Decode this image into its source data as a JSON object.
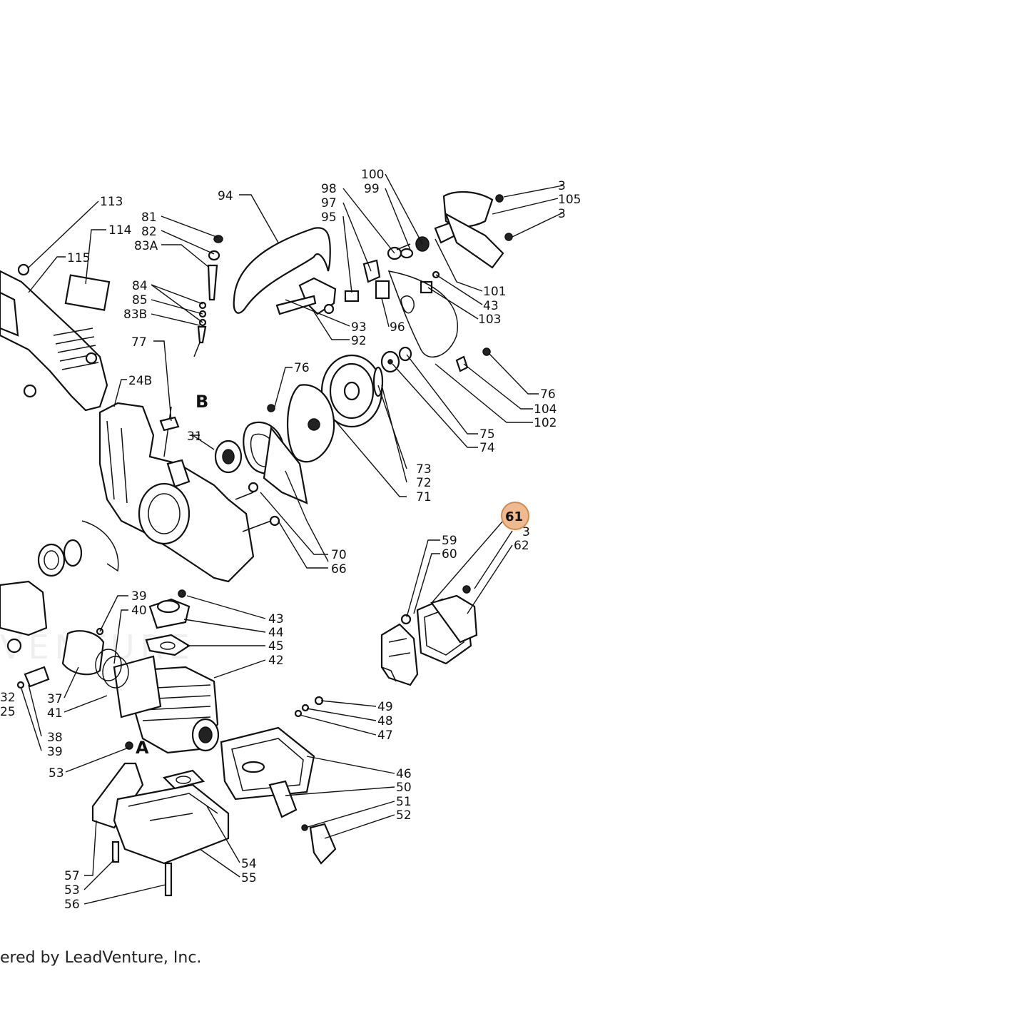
{
  "labels": [
    {
      "id": "100",
      "text": "100"
    },
    {
      "id": "99",
      "text": "99"
    },
    {
      "id": "98",
      "text": "98"
    },
    {
      "id": "97",
      "text": "97"
    },
    {
      "id": "95",
      "text": "95"
    },
    {
      "id": "94",
      "text": "94"
    },
    {
      "id": "3a",
      "text": "3"
    },
    {
      "id": "105",
      "text": "105"
    },
    {
      "id": "3b",
      "text": "3"
    },
    {
      "id": "113",
      "text": "113"
    },
    {
      "id": "114",
      "text": "114"
    },
    {
      "id": "115",
      "text": "115"
    },
    {
      "id": "81",
      "text": "81"
    },
    {
      "id": "82",
      "text": "82"
    },
    {
      "id": "83A",
      "text": "83A"
    },
    {
      "id": "84",
      "text": "84"
    },
    {
      "id": "85",
      "text": "85"
    },
    {
      "id": "83B",
      "text": "83B"
    },
    {
      "id": "77",
      "text": "77"
    },
    {
      "id": "24B",
      "text": "24B"
    },
    {
      "id": "101",
      "text": "101"
    },
    {
      "id": "43a",
      "text": "43"
    },
    {
      "id": "103",
      "text": "103"
    },
    {
      "id": "93",
      "text": "93"
    },
    {
      "id": "92",
      "text": "92"
    },
    {
      "id": "96",
      "text": "96"
    },
    {
      "id": "76a",
      "text": "76"
    },
    {
      "id": "76b",
      "text": "76"
    },
    {
      "id": "104",
      "text": "104"
    },
    {
      "id": "102",
      "text": "102"
    },
    {
      "id": "75",
      "text": "75"
    },
    {
      "id": "74",
      "text": "74"
    },
    {
      "id": "73",
      "text": "73"
    },
    {
      "id": "72",
      "text": "72"
    },
    {
      "id": "71",
      "text": "71"
    },
    {
      "id": "31",
      "text": "31"
    },
    {
      "id": "70",
      "text": "70"
    },
    {
      "id": "66",
      "text": "66"
    },
    {
      "id": "3c",
      "text": "3"
    },
    {
      "id": "62",
      "text": "62"
    },
    {
      "id": "59",
      "text": "59"
    },
    {
      "id": "60",
      "text": "60"
    },
    {
      "id": "39a",
      "text": "39"
    },
    {
      "id": "40",
      "text": "40"
    },
    {
      "id": "43b",
      "text": "43"
    },
    {
      "id": "44",
      "text": "44"
    },
    {
      "id": "45",
      "text": "45"
    },
    {
      "id": "42",
      "text": "42"
    },
    {
      "id": "37",
      "text": "37"
    },
    {
      "id": "41",
      "text": "41"
    },
    {
      "id": "32",
      "text": "32"
    },
    {
      "id": "25",
      "text": "25"
    },
    {
      "id": "38",
      "text": "38"
    },
    {
      "id": "39b",
      "text": "39"
    },
    {
      "id": "53a",
      "text": "53"
    },
    {
      "id": "49",
      "text": "49"
    },
    {
      "id": "48",
      "text": "48"
    },
    {
      "id": "47",
      "text": "47"
    },
    {
      "id": "46",
      "text": "46"
    },
    {
      "id": "50",
      "text": "50"
    },
    {
      "id": "51",
      "text": "51"
    },
    {
      "id": "52",
      "text": "52"
    },
    {
      "id": "57",
      "text": "57"
    },
    {
      "id": "53b",
      "text": "53"
    },
    {
      "id": "56",
      "text": "56"
    },
    {
      "id": "54",
      "text": "54"
    },
    {
      "id": "55",
      "text": "55"
    }
  ],
  "section_markers": {
    "b": "B",
    "a": "A"
  },
  "hotspot": {
    "label": "61",
    "color": "#e9a36a"
  },
  "watermark": "VENTURE",
  "credit": "ered by LeadVenture, Inc."
}
